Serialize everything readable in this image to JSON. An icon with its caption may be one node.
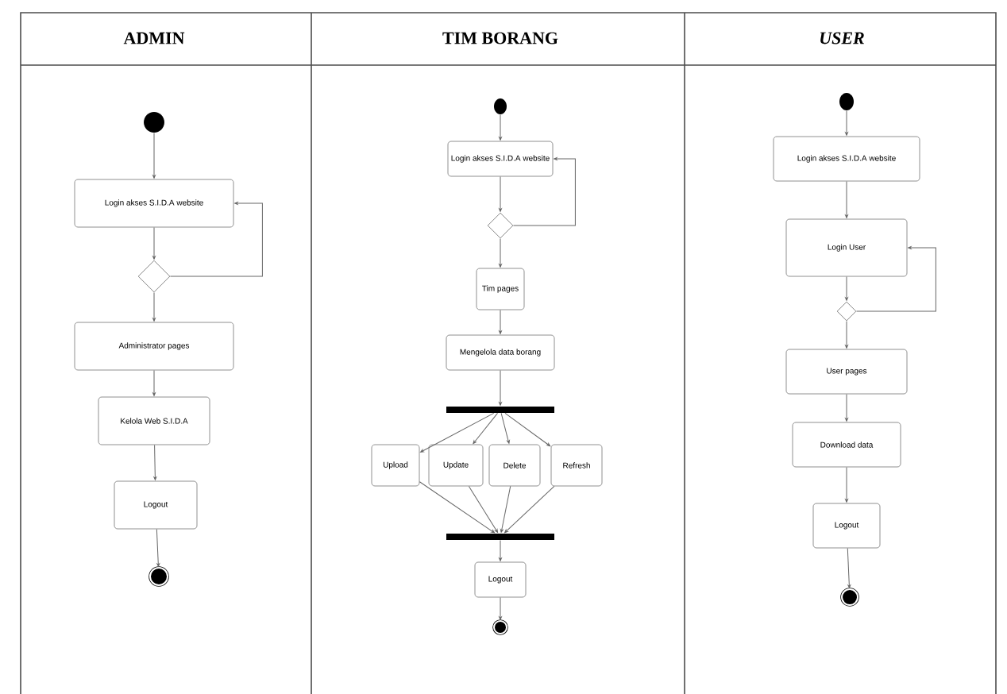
{
  "diagram": {
    "nodes": [
      {
        "text": [],
        "shape": "circle"
      },
      {
        "text": [
          "Login akses S.I.D.A website"
        ]
      },
      {
        "text": [],
        "shape": "diamond"
      },
      {
        "text": [
          "Administrator pages"
        ]
      },
      {
        "text": [
          "Kelola Web S.I.D.A"
        ]
      },
      {
        "text": [
          "Logout"
        ]
      },
      {
        "text": [],
        "shape": "circle"
      },
      {
        "text": [],
        "shape": "circle"
      },
      {
        "text": [
          "Login akses S.I.D.A website"
        ]
      },
      {
        "text": [],
        "shape": "diamond"
      },
      {
        "text": [
          "Tim pages"
        ]
      },
      {
        "text": [
          "Mengelola data borang"
        ]
      },
      {
        "text": [],
        "shape": "bar"
      },
      {
        "text": [
          "Upload"
        ]
      },
      {
        "text": [
          "Update"
        ]
      },
      {
        "text": [
          "Delete"
        ]
      },
      {
        "text": [
          "Refresh"
        ]
      },
      {
        "text": [],
        "shape": "bar"
      },
      {
        "text": [
          "Logout"
        ]
      },
      {
        "text": [],
        "shape": "circle"
      },
      {
        "text": [],
        "shape": "circle"
      },
      {
        "text": [
          "Login akses S.I.D.A website"
        ]
      },
      {
        "text": [
          "Login User"
        ]
      },
      {
        "text": [],
        "shape": "diamond"
      },
      {
        "text": [
          "User pages"
        ]
      },
      {
        "text": [
          "Download data"
        ]
      },
      {
        "text": [
          "Logout"
        ]
      },
      {
        "text": [],
        "shape": "circle"
      }
    ],
    "edges": [
      {
        "from": 0,
        "to": 1,
        "arrow": "to"
      },
      {
        "from": 1,
        "to": 2,
        "arrow": "to"
      },
      {
        "from": 2,
        "to": 1,
        "arrow": "to"
      },
      {
        "from": 2,
        "to": 3,
        "arrow": "to"
      },
      {
        "from": 3,
        "to": 4,
        "arrow": "to"
      },
      {
        "from": 4,
        "to": 5,
        "arrow": "to"
      },
      {
        "from": 5,
        "to": 6,
        "arrow": "to"
      },
      {
        "from": 7,
        "to": 8,
        "arrow": "to"
      },
      {
        "from": 8,
        "to": 9,
        "arrow": "to"
      },
      {
        "from": 9,
        "to": 8,
        "arrow": "to"
      },
      {
        "from": 9,
        "to": 10,
        "arrow": "to"
      },
      {
        "from": 10,
        "to": 11,
        "arrow": "to"
      },
      {
        "from": 11,
        "to": 12,
        "arrow": "to"
      },
      {
        "from": 12,
        "to": 13,
        "arrow": "to"
      },
      {
        "from": 12,
        "to": 14,
        "arrow": "to"
      },
      {
        "from": 12,
        "to": 15,
        "arrow": "to"
      },
      {
        "from": 12,
        "to": 16,
        "arrow": "to"
      },
      {
        "from": 13,
        "to": 17,
        "arrow": "to"
      },
      {
        "from": 14,
        "to": 17,
        "arrow": "to"
      },
      {
        "from": 15,
        "to": 17,
        "arrow": "to"
      },
      {
        "from": 16,
        "to": 17,
        "arrow": "to"
      },
      {
        "from": 17,
        "to": 18,
        "arrow": "to"
      },
      {
        "from": 18,
        "to": 19,
        "arrow": "to"
      },
      {
        "from": 20,
        "to": 21,
        "arrow": "to"
      },
      {
        "from": 21,
        "to": 22,
        "arrow": "to"
      },
      {
        "from": 22,
        "to": 23,
        "arrow": "to"
      },
      {
        "from": 23,
        "to": 22,
        "arrow": "to"
      },
      {
        "from": 23,
        "to": 24,
        "arrow": "to"
      },
      {
        "from": 24,
        "to": 25,
        "arrow": "to"
      },
      {
        "from": 25,
        "to": 26,
        "arrow": "to"
      },
      {
        "from": 26,
        "to": 27,
        "arrow": "to"
      }
    ],
    "labels": [
      "ADMIN",
      "TIM BORANG",
      "USER"
    ]
  }
}
